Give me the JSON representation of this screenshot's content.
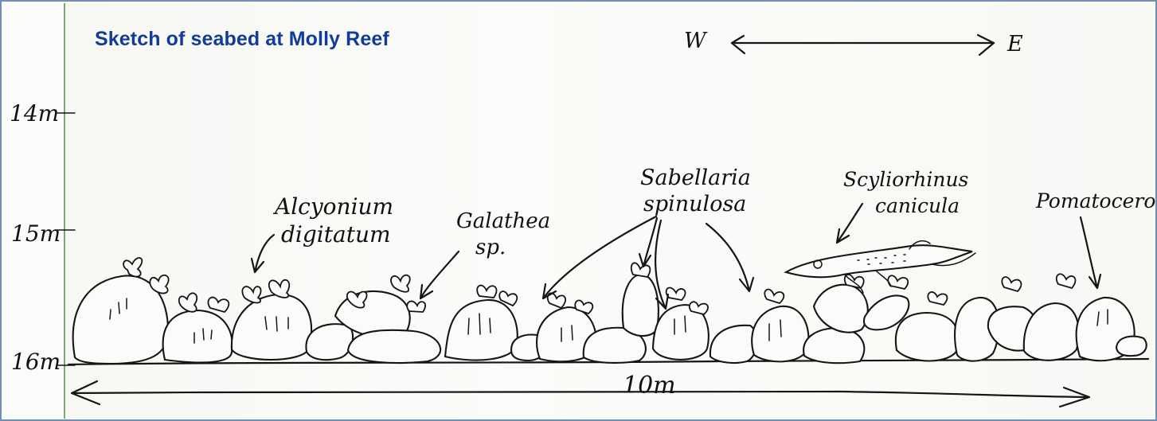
{
  "title": "Sketch of seabed at Molly Reef",
  "compass": {
    "west": "W",
    "east": "E"
  },
  "depth_marks": [
    "14m",
    "15m",
    "16m"
  ],
  "labels": {
    "alcyonium": [
      "Alcyonium",
      "digitatum"
    ],
    "galathea": [
      "Galathea",
      "sp."
    ],
    "sabellaria": [
      "Sabellaria",
      "spinulosa"
    ],
    "scyliorhinus": [
      "Scyliorhinus",
      "canicula"
    ],
    "pomatoceros": [
      "Pomatoceros"
    ]
  },
  "scale_label": "10m"
}
